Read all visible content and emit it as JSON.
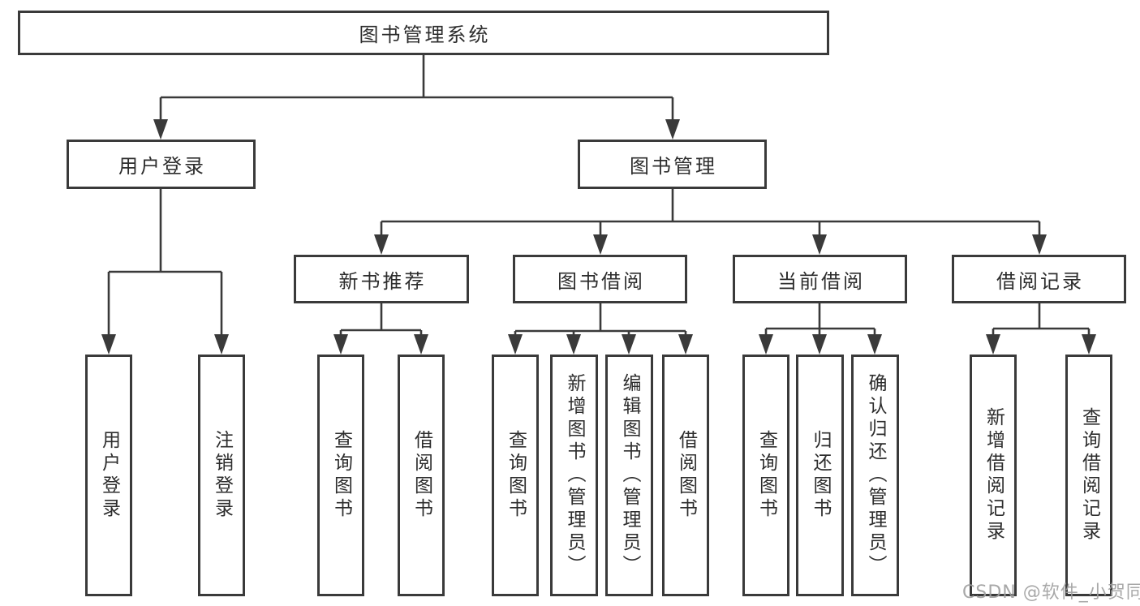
{
  "page": {
    "background": "#ffffff"
  },
  "colors": {
    "line": "#3a3a3a",
    "box_border": "#3a3a3a",
    "text": "#2d2d2d",
    "watermark": "#9e9e9e"
  },
  "root": {
    "label": "图书管理系统"
  },
  "level2": {
    "user": {
      "label": "用户登录"
    },
    "books": {
      "label": "图书管理"
    }
  },
  "level3": {
    "recommend": {
      "label": "新书推荐"
    },
    "borrow": {
      "label": "图书借阅"
    },
    "current": {
      "label": "当前借阅"
    },
    "records": {
      "label": "借阅记录"
    }
  },
  "leaves": {
    "user": [
      "用户登录",
      "注销登录"
    ],
    "recommend": [
      "查询图书",
      "借阅图书"
    ],
    "borrow": [
      "查询图书",
      "新增图书（管理员）",
      "编辑图书（管理员）",
      "借阅图书"
    ],
    "current": [
      "查询图书",
      "归还图书",
      "确认归还（管理员）"
    ],
    "records": [
      "新增借阅记录",
      "查询借阅记录"
    ]
  },
  "watermark": "CSDN @软件_小贺同学"
}
